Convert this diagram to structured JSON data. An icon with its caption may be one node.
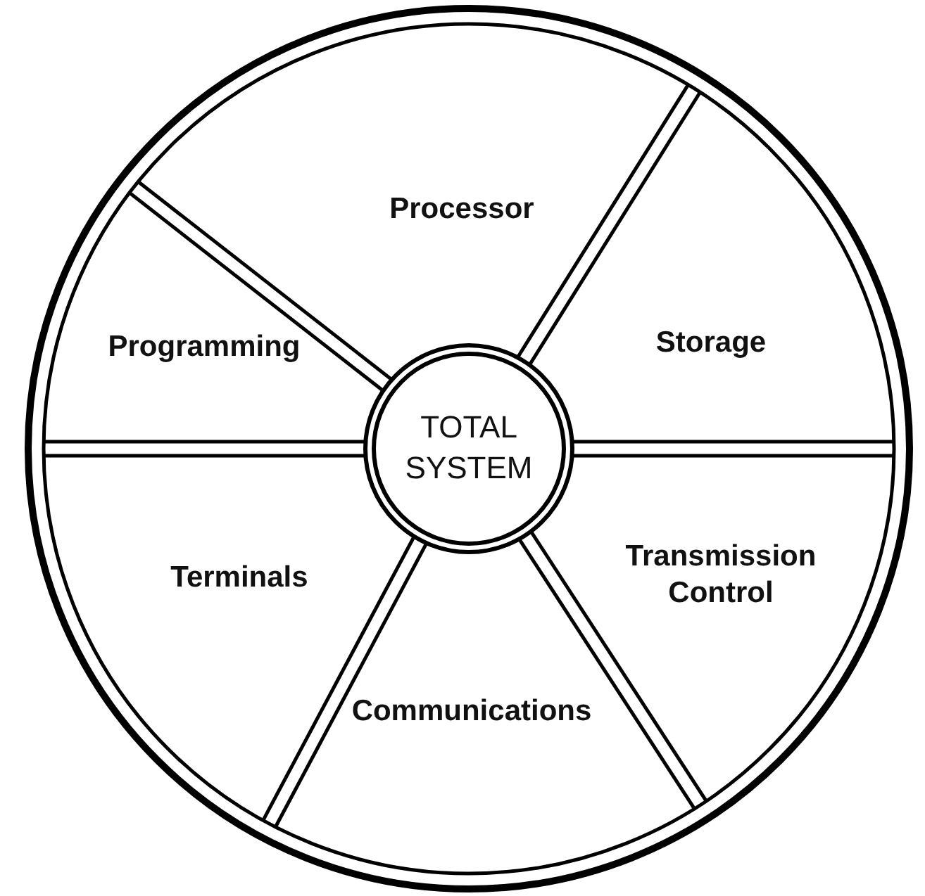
{
  "diagram": {
    "nodes": [
      {
        "text": [],
        "shape": "circle"
      },
      {
        "text": [
          "Processor"
        ],
        "in": 0
      },
      {
        "text": [
          "Programming"
        ],
        "in": 0
      },
      {
        "text": [
          "Storage"
        ],
        "in": 0
      },
      {
        "text": [
          "TOTAL SYSTEM"
        ],
        "in": 0
      },
      {
        "text": [
          "Terminals"
        ],
        "in": 0
      },
      {
        "text": [
          "Transmission Control"
        ],
        "in": 0
      },
      {
        "text": [
          "Communications"
        ],
        "in": 0
      }
    ],
    "edges": []
  }
}
